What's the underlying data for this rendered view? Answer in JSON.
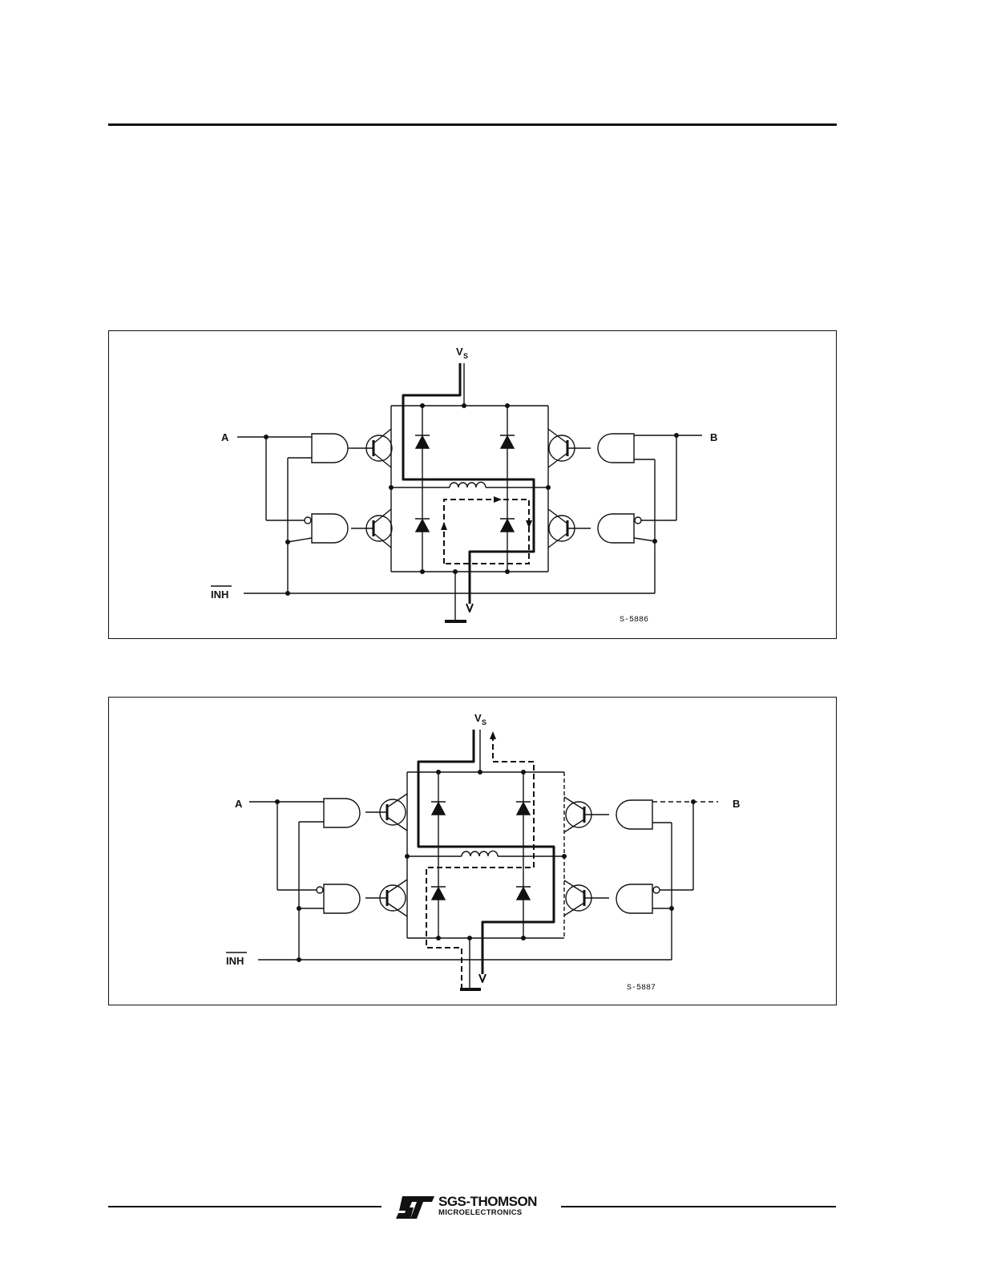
{
  "header_rule": true,
  "figures": [
    {
      "id": "fig1",
      "supply_label": "V",
      "supply_subscript": "S",
      "input_a": "A",
      "input_b": "B",
      "inhibit": "INH",
      "ref": "S-5886"
    },
    {
      "id": "fig2",
      "supply_label": "V",
      "supply_subscript": "S",
      "input_a": "A",
      "input_b": "B",
      "inhibit": "INH",
      "ref": "S-5887"
    }
  ],
  "footer": {
    "brand": "SGS-THOMSON",
    "brand_sub": "MICROELECTRONICS",
    "logo_icon": "st-logo-icon"
  }
}
